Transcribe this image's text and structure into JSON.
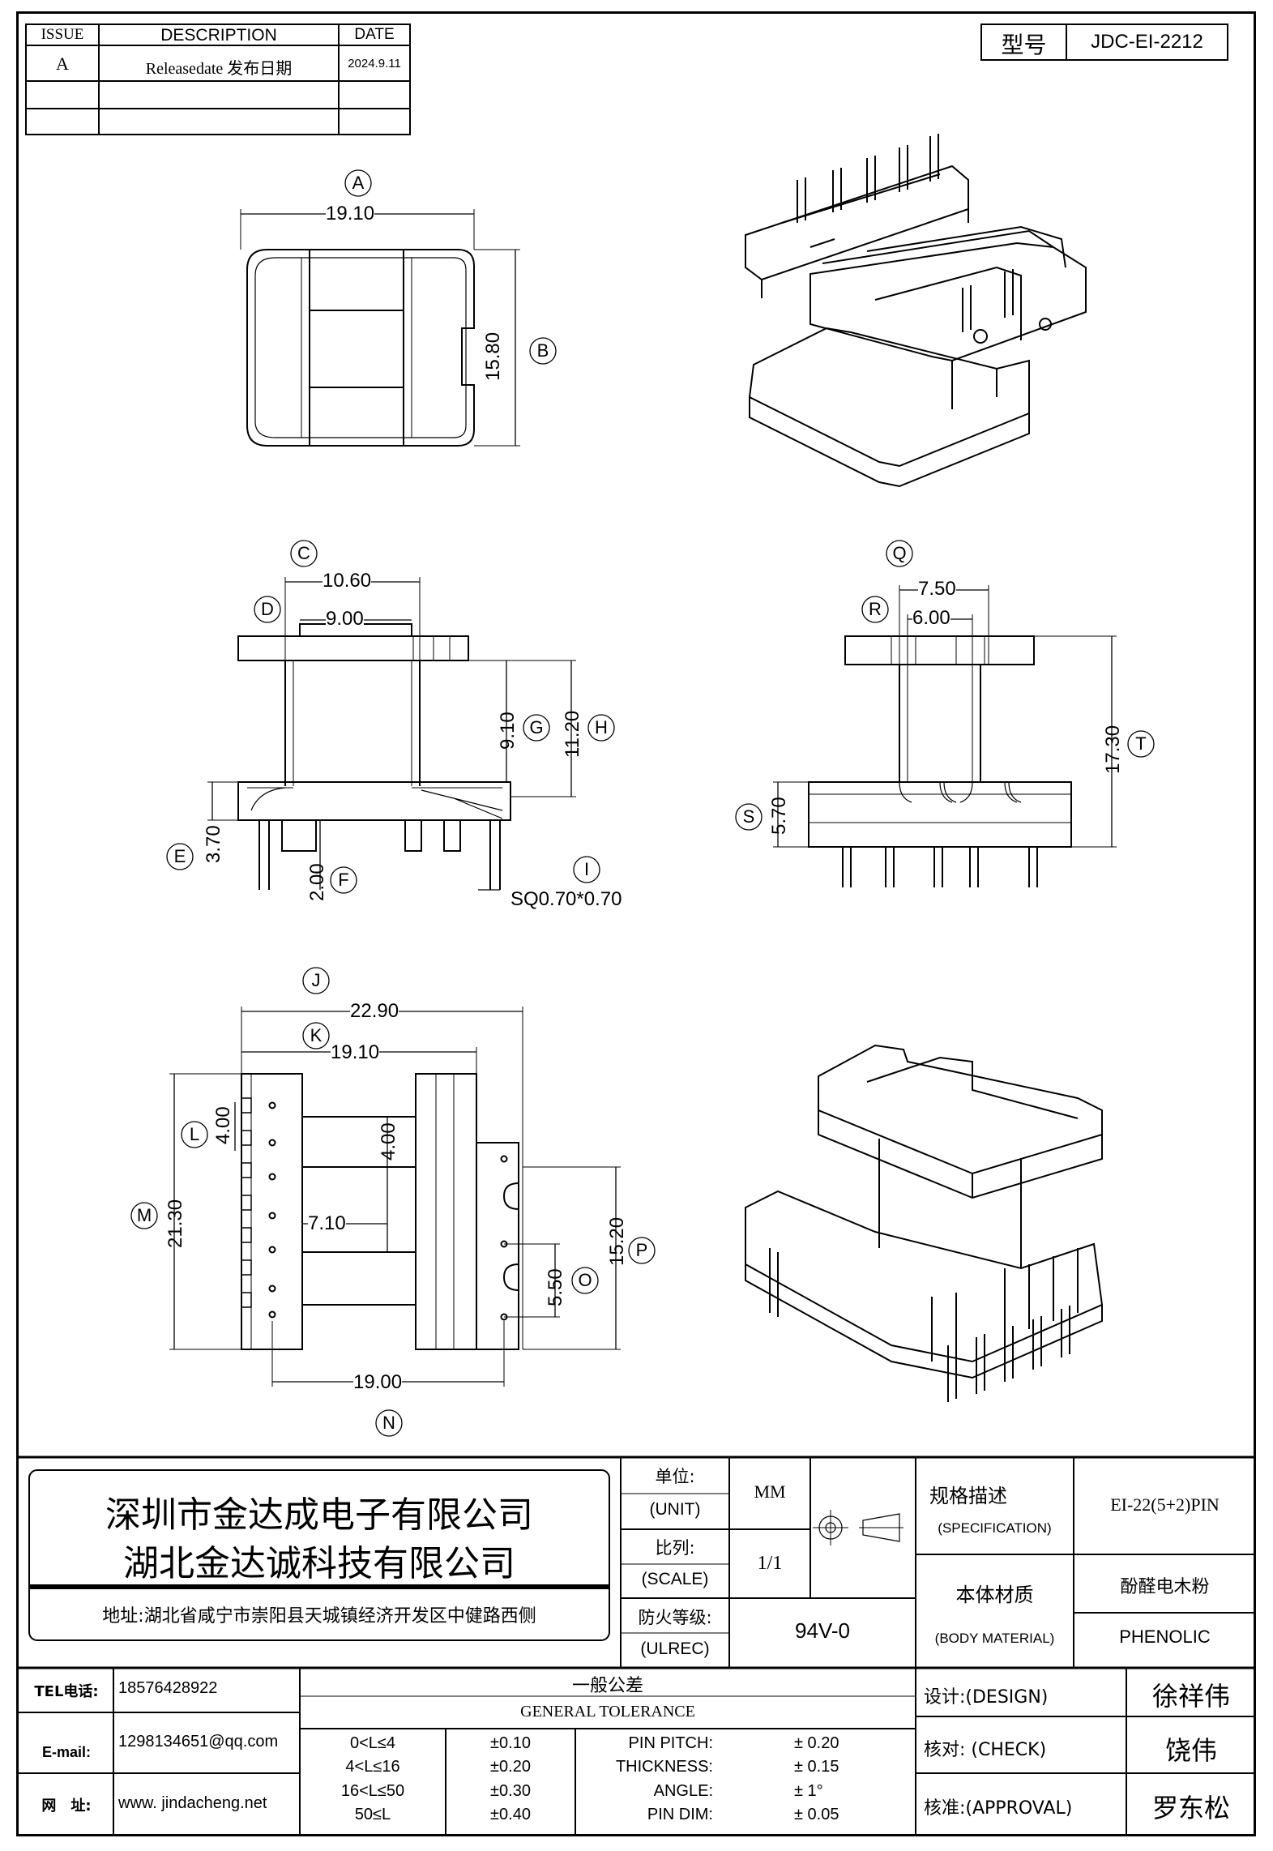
{
  "revision_table": {
    "headers": [
      "ISSUE",
      "DESCRIPTION",
      "DATE"
    ],
    "rows": [
      [
        "A",
        "Releasedate 发布日期",
        "2024.9.11"
      ]
    ]
  },
  "model": {
    "label": "型号",
    "value": "JDC-EI-2212"
  },
  "top_view": {
    "dim_a_label": "A",
    "dim_a_value": "19.10",
    "dim_b_label": "B",
    "dim_b_value": "15.80"
  },
  "front_view": {
    "c_label": "C",
    "c_value": "10.60",
    "d_label": "D",
    "d_value": "9.00",
    "g_label": "G",
    "g_value": "9.10",
    "h_label": "H",
    "h_value": "11.20",
    "e_label": "E",
    "e_value": "3.70",
    "f_label": "F",
    "f_value": "2.00",
    "i_label": "I",
    "i_value": "SQ0.70*0.70"
  },
  "side_view": {
    "q_label": "Q",
    "q_value": "7.50",
    "r_label": "R",
    "r_value": "6.00",
    "t_label": "T",
    "t_value": "17.30",
    "s_label": "S",
    "s_value": "5.70"
  },
  "bottom_view": {
    "j_label": "J",
    "j_value": "22.90",
    "k_label": "K",
    "k_value": "19.10",
    "l_label": "L",
    "l_value": "4.00",
    "m_label": "M",
    "m_value": "21.30",
    "inner_value": "4.00",
    "inner_width": "7.10",
    "o_label": "O",
    "o_value": "5.50",
    "p_label": "P",
    "p_value": "15.20",
    "n_label": "N",
    "n_value": "19.00"
  },
  "title_block": {
    "company_1": "深圳市金达成电子有限公司",
    "company_2": "湖北金达诚科技有限公司",
    "address": "地址:湖北省咸宁市崇阳县天城镇经济开发区中健路西侧",
    "unit_label": "单位:",
    "unit_label_en": "(UNIT)",
    "unit_value": "MM",
    "scale_label": "比列:",
    "scale_label_en": "(SCALE)",
    "scale_value": "1/1",
    "fire_label": "防火等级:",
    "fire_label_en": "(ULREC)",
    "fire_value": "94V-0",
    "spec_label": "规格描述",
    "spec_label_en": "(SPECIFICATION)",
    "spec_value": "EI-22(5+2)PIN",
    "material_label": "本体材质",
    "material_label_en": "(BODY MATERIAL)",
    "material_value": "酚醛电木粉",
    "material_value_en": "PHENOLIC",
    "tel_label": "TEL电话:",
    "tel_value": "18576428922",
    "email_label": "E-mail:",
    "email_value": "1298134651@qq.com",
    "web_label": "网　址:",
    "web_value": "www. jindacheng.net",
    "tolerance_title_cn": "一般公差",
    "tolerance_title_en": "GENERAL TOLERANCE",
    "tolerance_rows": [
      {
        "range": "0<L≤4",
        "tol": "±0.10"
      },
      {
        "range": "4<L≤16",
        "tol": "±0.20"
      },
      {
        "range": "16<L≤50",
        "tol": "±0.30"
      },
      {
        "range": "50≤L",
        "tol": "±0.40"
      }
    ],
    "extra_tolerances": [
      {
        "name": "PIN PITCH:",
        "tol": "± 0.20"
      },
      {
        "name": "THICKNESS:",
        "tol": "± 0.15"
      },
      {
        "name": "ANGLE:",
        "tol": "± 1°"
      },
      {
        "name": "PIN DIM:",
        "tol": "± 0.05"
      }
    ],
    "design_label": "设计:(DESIGN)",
    "design_name": "徐祥伟",
    "check_label": "核对: (CHECK)",
    "check_name": "饶伟",
    "approval_label": "核准:(APPROVAL)",
    "approval_name": "罗东松"
  }
}
